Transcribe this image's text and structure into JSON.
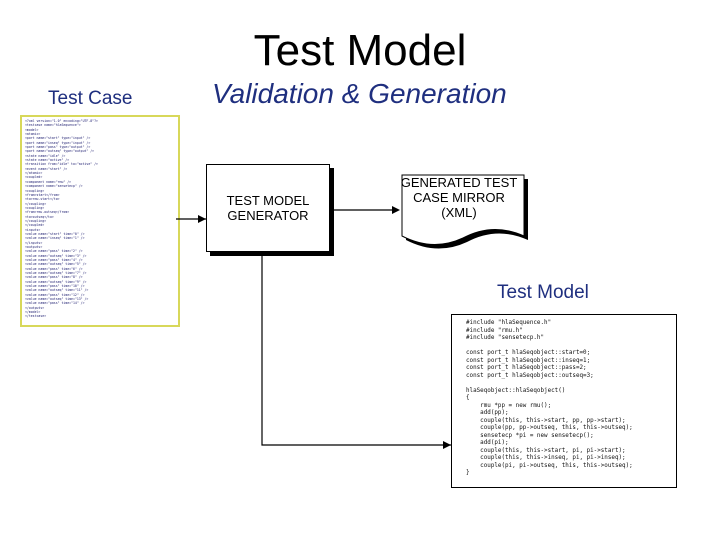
{
  "slide": {
    "title": "Test Model",
    "test_case_label": "Test Case",
    "section_label": "Validation & Generation",
    "generator_label": "TEST MODEL GENERATOR",
    "mirror_label": "GENERATED TEST CASE MIRROR (XML)",
    "test_model_label": "Test Model"
  },
  "code": {
    "lines": [
      "#include \"hlaSequence.h\"",
      "#include \"rmu.h\"",
      "#include \"sensetecp.h\"",
      "",
      "const port_t hlaSeqobject::start=0;",
      "const port_t hlaSeqobject::inseq=1;",
      "const port_t hlaSeqobject::pass=2;",
      "const port_t hlaSeqobject::outseq=3;",
      "",
      "hlaSeqobject::hlaSeqobject()",
      "{",
      "    rmu *pp = new rmu();",
      "    add(pp);",
      "    couple(this, this->start, pp, pp->start);",
      "    couple(pp, pp->outseq, this, this->outseq);",
      "    sensetecp *pi = new sensetecp();",
      "    add(pi);",
      "    couple(this, this->start, pi, pi->start);",
      "    couple(this, this->inseq, pi, pi->inseq);",
      "    couple(pi, pi->outseq, this, this->outseq);",
      "}"
    ]
  },
  "xml_preview": {
    "lines": [
      "<?xml version=\"1.0\" encoding=\"UTF-8\"?>",
      "<testcase name=\"hlaSequence\">",
      "<model>",
      "<atomic>",
      "<port name=\"start\" type=\"input\" />",
      "<port name=\"inseq\" type=\"input\" />",
      "<port name=\"pass\" type=\"output\" />",
      "<port name=\"outseq\" type=\"output\" />",
      "<state name=\"idle\" />",
      "<state name=\"active\" />",
      "<transition from=\"idle\" to=\"active\" />",
      "<event name=\"start\" />",
      "</atomic>",
      "<coupled>",
      "<component name=\"rmu\" />",
      "<component name=\"sensetecp\" />",
      "<coupling>",
      "<from>start</from>",
      "<to>rmu.start</to>",
      "</coupling>",
      "<coupling>",
      "<from>rmu.outseq</from>",
      "<to>outseq</to>",
      "</coupling>",
      "</coupled>",
      "<inputs>",
      "<value name=\"start\" time=\"0\" />",
      "<value name=\"inseq\" time=\"1\" />",
      "</inputs>",
      "<outputs>",
      "<value name=\"pass\" time=\"2\" />",
      "<value name=\"outseq\" time=\"3\" />",
      "<value name=\"pass\" time=\"4\" />",
      "<value name=\"outseq\" time=\"5\" />",
      "<value name=\"pass\" time=\"6\" />",
      "<value name=\"outseq\" time=\"7\" />",
      "<value name=\"pass\" time=\"8\" />",
      "<value name=\"outseq\" time=\"9\" />",
      "<value name=\"pass\" time=\"10\" />",
      "<value name=\"outseq\" time=\"11\" />",
      "<value name=\"pass\" time=\"12\" />",
      "<value name=\"outseq\" time=\"13\" />",
      "<value name=\"pass\" time=\"14\" />",
      "</outputs>",
      "</model>",
      "</testcase>"
    ]
  },
  "colors": {
    "label_blue": "#1f2f7f",
    "xml_border": "#d8d85a"
  }
}
